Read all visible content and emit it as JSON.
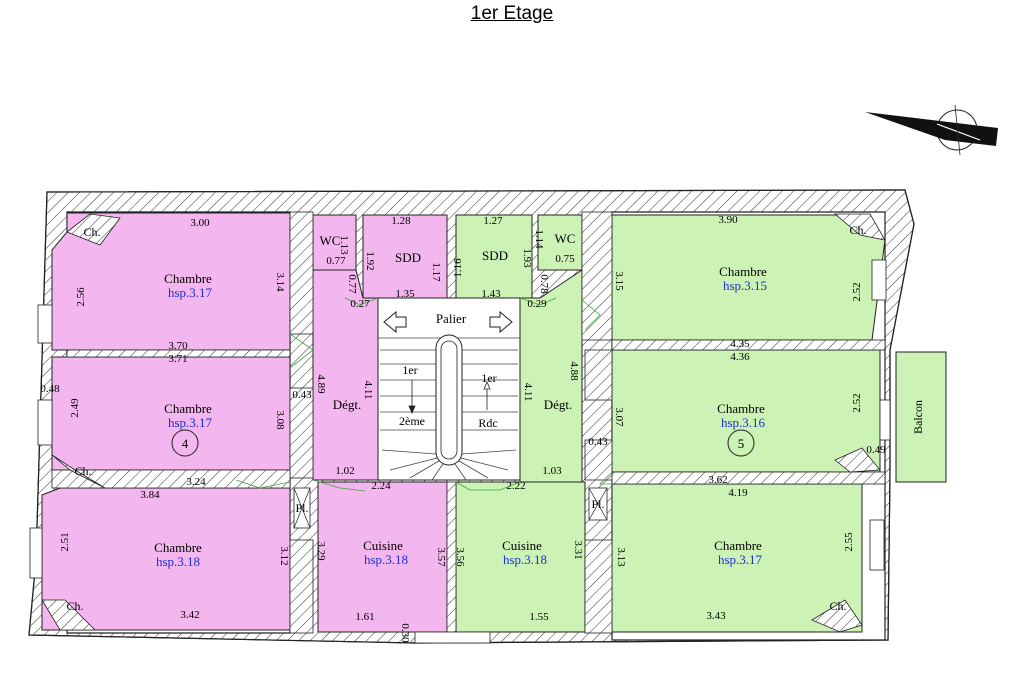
{
  "title": "1er Etage",
  "colors": {
    "left_unit": "#f4b6ee",
    "right_unit": "#ccf2b6",
    "hsp_text": "#1c2fd6"
  },
  "rooms": {
    "chambre_tl": {
      "name": "Chambre",
      "hsp": "hsp.3.17"
    },
    "chambre_ml": {
      "name": "Chambre",
      "hsp": "hsp.3.17"
    },
    "chambre_bl": {
      "name": "Chambre",
      "hsp": "hsp.3.18"
    },
    "cuisine_l": {
      "name": "Cuisine",
      "hsp": "hsp.3.18"
    },
    "cuisine_r": {
      "name": "Cuisine",
      "hsp": "hsp.3.18"
    },
    "chambre_tr": {
      "name": "Chambre",
      "hsp": "hsp.3.15"
    },
    "chambre_mr": {
      "name": "Chambre",
      "hsp": "hsp.3.16"
    },
    "chambre_br": {
      "name": "Chambre",
      "hsp": "hsp.3.17"
    },
    "wc": "WC",
    "sdd": "SDD",
    "degt": "Dégt.",
    "palier": "Palier",
    "balcon": "Balcon",
    "pl": "Pl.",
    "ch": "Ch."
  },
  "units": {
    "left": "4",
    "right": "5"
  },
  "stairs": {
    "up_left": "1er",
    "down_left": "2ème",
    "up_right": "1er",
    "down_right": "Rdc"
  },
  "dims": {
    "d300": "3.00",
    "d256": "2.56",
    "d314": "3.14",
    "d370": "3.70",
    "d371": "3.71",
    "d048": "0.48",
    "d249": "2.49",
    "d308": "3.08",
    "d043": "0.43",
    "d324": "3.24",
    "d384": "3.84",
    "d251": "2.51",
    "d312": "3.12",
    "d342": "3.42",
    "d329": "3.29",
    "d357": "3.57",
    "d161": "1.61",
    "d030": "0.30",
    "d077a": "0.77",
    "d113": "1.13",
    "d077b": "0.77",
    "d192": "1.92",
    "d128": "1.28",
    "d117": "1.17",
    "d135": "1.35",
    "d027": "0.27",
    "d489": "4.89",
    "d411a": "4.11",
    "d102": "1.02",
    "d224": "2.24",
    "d127": "1.27",
    "d116": "1.16",
    "d143": "1.43",
    "d114": "1.14",
    "d193": "1.93",
    "d075": "0.75",
    "d078": "0.78",
    "d029": "0.29",
    "d390": "3.90",
    "d315": "3.15",
    "d252a": "2.52",
    "d435": "4.35",
    "d436": "4.36",
    "d411b": "4.11",
    "d488": "4.88",
    "d307": "3.07",
    "d043b": "0.43",
    "d252b": "2.52",
    "d049": "0.49",
    "d362": "3.62",
    "d419": "4.19",
    "d103": "1.03",
    "d222": "2.22",
    "d356": "3.56",
    "d331": "3.31",
    "d313": "3.13",
    "d255": "2.55",
    "d155": "1.55",
    "d343": "3.43"
  }
}
